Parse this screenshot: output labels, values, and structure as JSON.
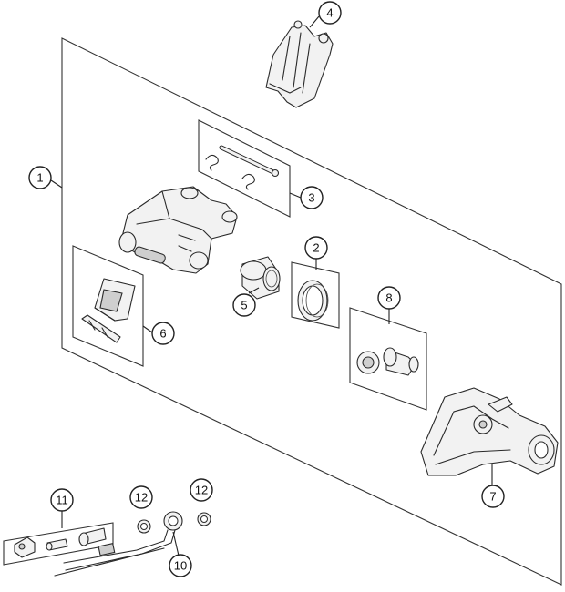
{
  "callouts": {
    "c1": "1",
    "c2": "2",
    "c3": "3",
    "c4": "4",
    "c5": "5",
    "c6": "6",
    "c7": "7",
    "c8": "8",
    "c10": "10",
    "c11": "11",
    "c12a": "12",
    "c12b": "12"
  },
  "parts": [
    {
      "ref": "1",
      "icon": "brake-caliper-assembly-icon"
    },
    {
      "ref": "2",
      "icon": "seal-ring-kit-icon"
    },
    {
      "ref": "3",
      "icon": "pin-and-clip-kit-icon"
    },
    {
      "ref": "4",
      "icon": "brake-pad-icon"
    },
    {
      "ref": "5",
      "icon": "piston-icon"
    },
    {
      "ref": "6",
      "icon": "pad-spring-kit-icon"
    },
    {
      "ref": "7",
      "icon": "caliper-support-bracket-icon"
    },
    {
      "ref": "8",
      "icon": "bleeder-bushing-kit-icon"
    },
    {
      "ref": "10",
      "icon": "brake-line-icon"
    },
    {
      "ref": "11",
      "icon": "bleed-screw-kit-icon"
    },
    {
      "ref": "12",
      "icon": "sealing-washer-icon"
    }
  ]
}
